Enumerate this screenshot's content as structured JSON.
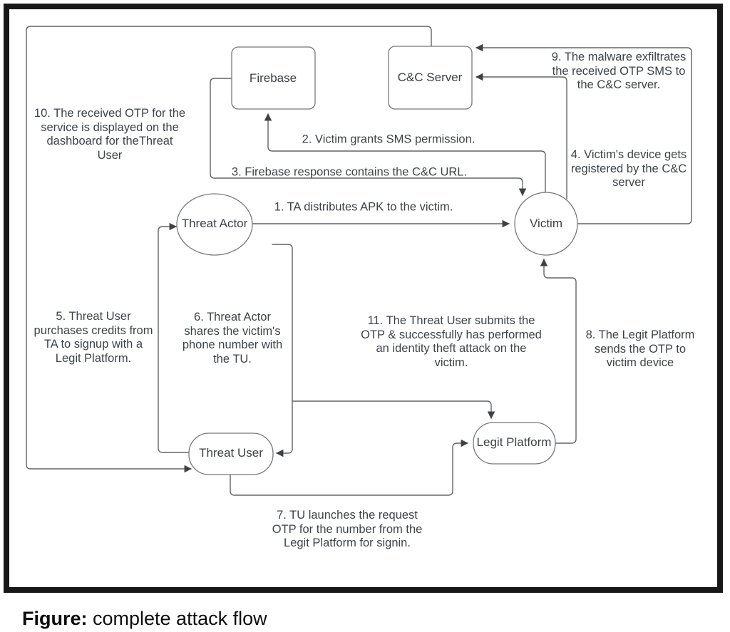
{
  "figure": {
    "caption_label": "Figure:",
    "caption_text": " complete attack flow"
  },
  "nodes": [
    {
      "id": "firebase",
      "label": "Firebase"
    },
    {
      "id": "cc-server",
      "label": "C&C Server"
    },
    {
      "id": "threat-actor",
      "label": "Threat Actor"
    },
    {
      "id": "victim",
      "label": "Victim"
    },
    {
      "id": "threat-user",
      "label": "Threat User"
    },
    {
      "id": "legit-platform",
      "label": "Legit Platform"
    }
  ],
  "annotations": [
    {
      "step": 1,
      "text": "1. TA distributes APK to the victim."
    },
    {
      "step": 2,
      "text": "2. Victim grants SMS permission."
    },
    {
      "step": 3,
      "text": "3. Firebase response contains the C&C URL."
    },
    {
      "step": 4,
      "text": "4. Victim's device gets\nregistered by the C&C\nserver"
    },
    {
      "step": 5,
      "text": "5. Threat User\npurchases credits from\nTA to signup with a\nLegit Platform."
    },
    {
      "step": 6,
      "text": "6. Threat Actor\nshares the victim's\nphone number with\nthe TU."
    },
    {
      "step": 7,
      "text": "7. TU launches the request\nOTP for the number from the\nLegit Platform for signin."
    },
    {
      "step": 8,
      "text": "8. The Legit Platform\nsends the OTP to\nvictim device"
    },
    {
      "step": 9,
      "text": "9. The malware exfiltrates\nthe received OTP SMS to\nthe C&C server."
    },
    {
      "step": 10,
      "text": "10. The received OTP for the\nservice is displayed on the\ndashboard for theThreat\nUser"
    },
    {
      "step": 11,
      "text": "11. The Threat User submits the\nOTP & successfully has performed\nan identity theft attack on the\nvictim."
    }
  ],
  "colors": {
    "frame": "#181818",
    "edge": "#616467",
    "node_border": "#75787b",
    "text": "#3e434a"
  }
}
